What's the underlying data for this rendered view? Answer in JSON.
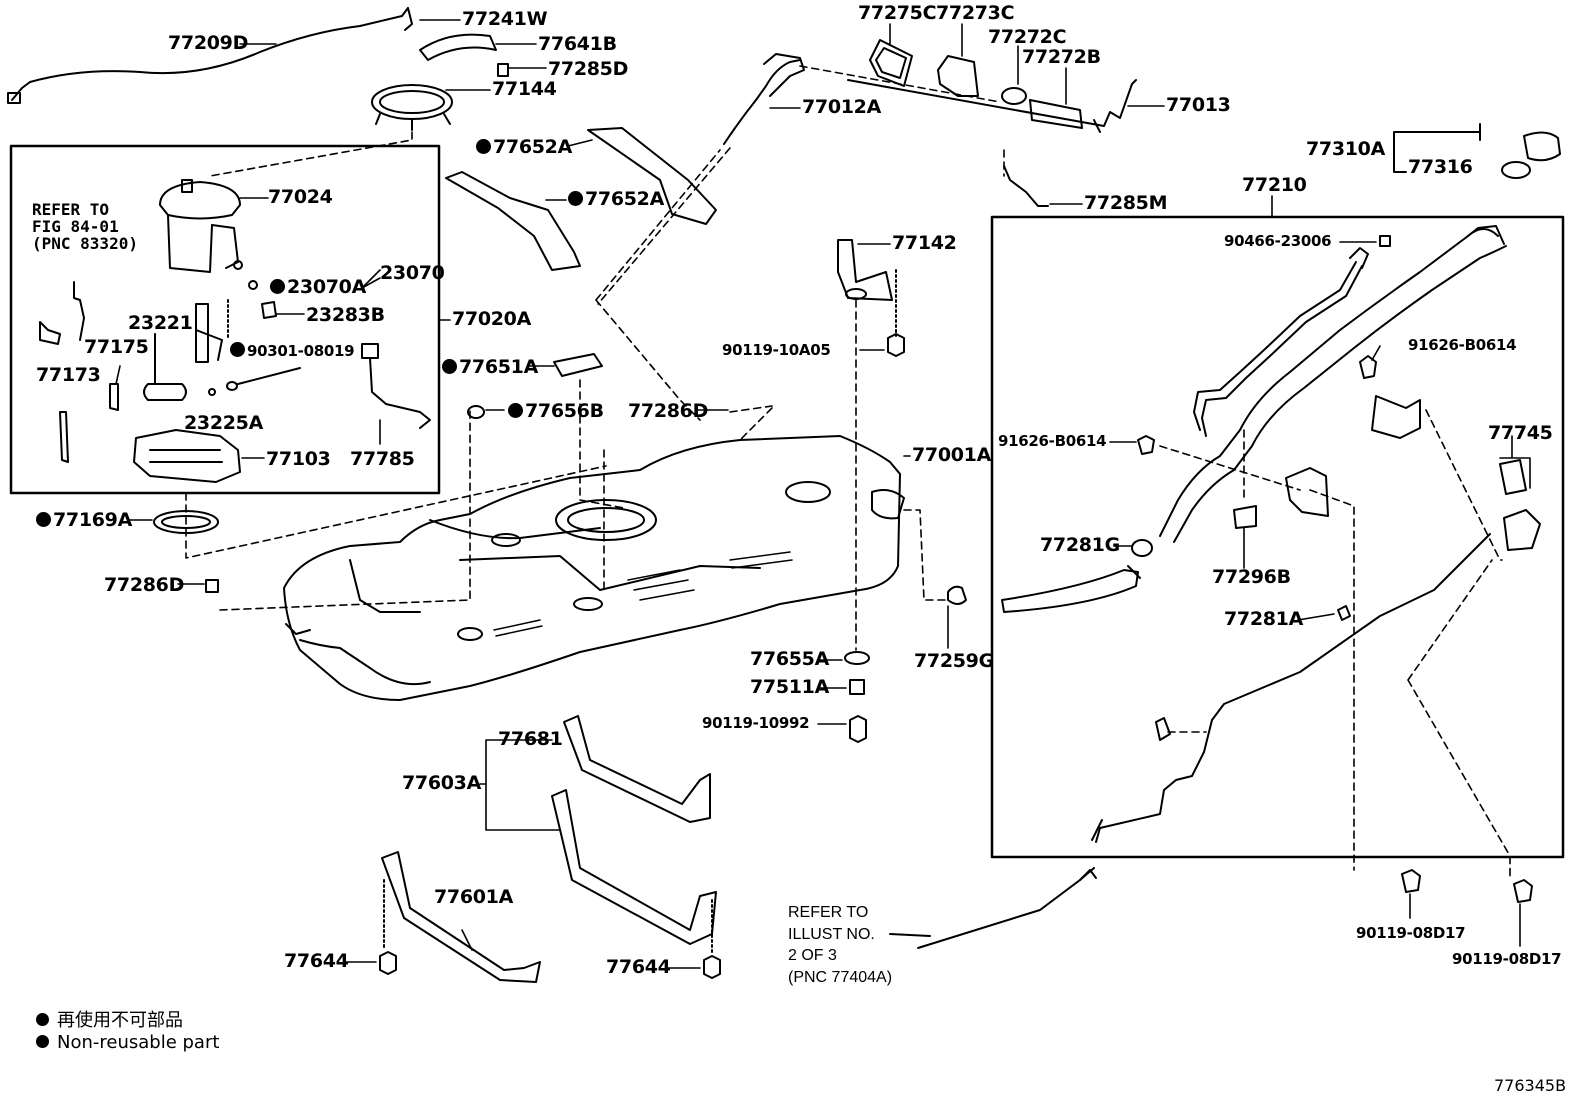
{
  "labels": {
    "p77209D": "77209D",
    "p77241W": "77241W",
    "p77641B": "77641B",
    "p77285D": "77285D",
    "p77144": "77144",
    "p77024": "77024",
    "p23070A": "23070A",
    "p23070": "23070",
    "p23283B": "23283B",
    "p77020A": "77020A",
    "p77175": "77175",
    "p23221": "23221",
    "p90301_08019": "90301-08019",
    "p77173": "77173",
    "p23225A": "23225A",
    "p77103": "77103",
    "p77785": "77785",
    "p77169A": "77169A",
    "p77286D_left": "77286D",
    "p77652A_top": "77652A",
    "p77652A_mid": "77652A",
    "p77651A": "77651A",
    "p77656B": "77656B",
    "p77286D_mid": "77286D",
    "p77001A": "77001A",
    "p77012A": "77012A",
    "p77275C": "77275C",
    "p77273C": "77273C",
    "p77272C": "77272C",
    "p77272B": "77272B",
    "p77013": "77013",
    "p77285M": "77285M",
    "p77142": "77142",
    "p90119_10A05": "90119-10A05",
    "p77655A": "77655A",
    "p77511A": "77511A",
    "p90119_10992": "90119-10992",
    "p77259G": "77259G",
    "p77681": "77681",
    "p77603A": "77603A",
    "p77601A": "77601A",
    "p77644_left": "77644",
    "p77644_right": "77644",
    "p77310A": "77310A",
    "p77316": "77316",
    "p77210": "77210",
    "p90466_23006": "90466-23006",
    "p91626_B0614_r": "91626-B0614",
    "p91626_B0614_l": "91626-B0614",
    "p77745": "77745",
    "p77281G": "77281G",
    "p77296B": "77296B",
    "p77281A": "77281A",
    "p90119_08D17_a": "90119-08D17",
    "p90119_08D17_b": "90119-08D17"
  },
  "notes": {
    "refer_fig_1": "REFER TO",
    "refer_fig_2": "FIG 84-01",
    "refer_fig_3": "(PNC 83320)",
    "refer_illust_1": "REFER TO",
    "refer_illust_2": "ILLUST NO.",
    "refer_illust_3": "2 OF 3",
    "refer_illust_4": "(PNC 77404A)"
  },
  "legend": {
    "jp": "再使用不可部品",
    "en": "Non-reusable part"
  },
  "figure_code": "776345B"
}
